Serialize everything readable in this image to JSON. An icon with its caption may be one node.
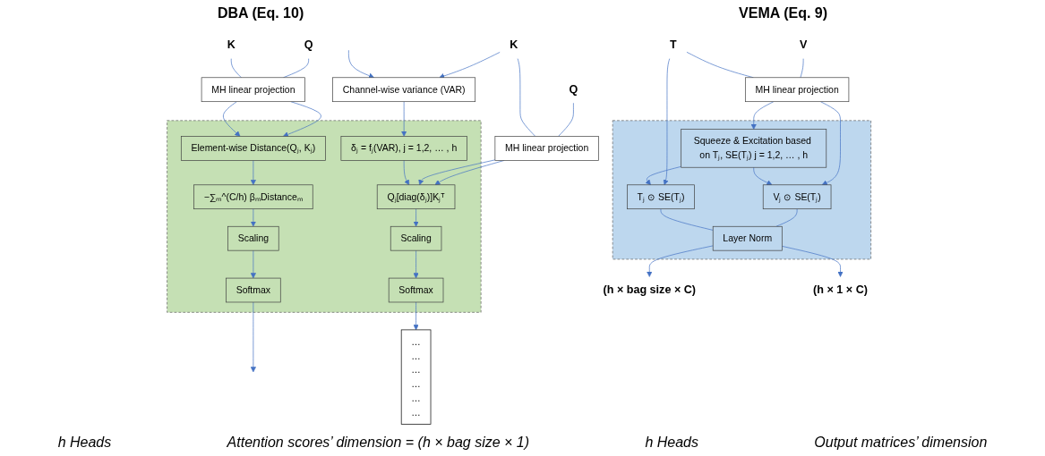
{
  "diagram": {
    "nodes": [
      {
        "text": [
          "Q"
        ]
      },
      {
        "text": [
          "K"
        ]
      },
      {
        "text": [
          "MH linear projection"
        ]
      },
      {
        "text": [],
        "shape": "box"
      },
      {
        "text": [
          "Element-wise Distance(Qⱼ, Kⱼ)"
        ],
        "in": 3
      },
      {
        "text": [
          "−∑ₘ^(C/h) βₘDistanceₘ"
        ],
        "in": 3
      },
      {
        "text": [
          "Scaling"
        ],
        "in": 3
      },
      {
        "text": [
          "Softmax"
        ],
        "in": 3
      },
      {
        "text": [
          "Q"
        ]
      },
      {
        "text": [
          "K"
        ]
      },
      {
        "text": [
          "MH linear projection"
        ]
      },
      {
        "text": [
          "Channel-wise variance (VAR)"
        ]
      },
      {
        "text": [
          "δⱼ = fⱼ(VAR), j = 1,2, … , h"
        ],
        "in": 3
      },
      {
        "text": [
          "Qⱼ[diag(δⱼ)]Kⱼᵀ"
        ],
        "in": 3
      },
      {
        "text": [
          "Scaling"
        ],
        "in": 3
      },
      {
        "text": [
          "Softmax"
        ],
        "in": 3
      },
      {
        "text": [
          "…",
          "…",
          "…",
          "…",
          "…",
          "…"
        ]
      },
      {
        "text": [
          "V"
        ]
      },
      {
        "text": [
          "T"
        ]
      },
      {
        "text": [
          "MH linear projection"
        ]
      },
      {
        "text": [],
        "shape": "box"
      },
      {
        "text": [
          "Squeeze & Excitation based on Tⱼ, SE(Tⱼ) j = 1,2, … , h"
        ],
        "in": 20
      },
      {
        "text": [
          "Vⱼ ⊙ SE(Tⱼ)"
        ],
        "in": 20
      },
      {
        "text": [
          "Tⱼ ⊙ SE(Tⱼ)"
        ],
        "in": 20
      },
      {
        "text": [
          "Layer Norm"
        ],
        "in": 20
      },
      {
        "text": [
          "(h × bag size × C)"
        ]
      },
      {
        "text": [
          "(h × 1 × C)"
        ]
      }
    ],
    "edges": [
      {
        "from": 0,
        "to": 2,
        "arrow": "none"
      },
      {
        "from": 1,
        "to": 2,
        "arrow": "none"
      },
      {
        "from": 2,
        "to": 4,
        "arrow": "to"
      },
      {
        "from": 2,
        "to": 4,
        "arrow": "to"
      },
      {
        "from": 4,
        "to": 5,
        "arrow": "to"
      },
      {
        "from": 5,
        "to": 6,
        "arrow": "to"
      },
      {
        "from": 6,
        "to": 7,
        "arrow": "to"
      },
      {
        "from": 7,
        "to": null,
        "arrow": "to"
      },
      {
        "from": 8,
        "to": 10,
        "arrow": "none"
      },
      {
        "from": 9,
        "to": 10,
        "arrow": "none"
      },
      {
        "from": 9,
        "to": 11,
        "arrow": "to"
      },
      {
        "from": 11,
        "to": 12,
        "arrow": "to"
      },
      {
        "from": null,
        "to": 11,
        "arrow": "to"
      },
      {
        "from": 10,
        "to": 13,
        "arrow": "to"
      },
      {
        "from": 10,
        "to": 13,
        "arrow": "to"
      },
      {
        "from": 12,
        "to": 13,
        "arrow": "to"
      },
      {
        "from": 13,
        "to": 14,
        "arrow": "to"
      },
      {
        "from": 14,
        "to": 15,
        "arrow": "to"
      },
      {
        "from": 15,
        "to": 16,
        "arrow": "to"
      },
      {
        "from": 17,
        "to": 19,
        "arrow": "none"
      },
      {
        "from": 18,
        "to": 19,
        "arrow": "none"
      },
      {
        "from": 18,
        "to": 23,
        "arrow": "to"
      },
      {
        "from": 19,
        "to": 22,
        "arrow": "to"
      },
      {
        "from": 19,
        "to": 21,
        "arrow": "to"
      },
      {
        "from": 21,
        "to": 22,
        "arrow": "to"
      },
      {
        "from": 21,
        "to": 23,
        "arrow": "to"
      },
      {
        "from": 22,
        "to": 24,
        "arrow": "none"
      },
      {
        "from": 23,
        "to": 24,
        "arrow": "none"
      },
      {
        "from": 24,
        "to": 25,
        "arrow": "to"
      },
      {
        "from": 24,
        "to": 26,
        "arrow": "to"
      }
    ],
    "labels": [
      "DBA (Eq. 10)",
      "VEMA (Eq. 9)",
      "h Heads",
      "Attention scores’ dimension = (h × bag size × 1)",
      "h Heads",
      "Output matrices’ dimension"
    ]
  }
}
